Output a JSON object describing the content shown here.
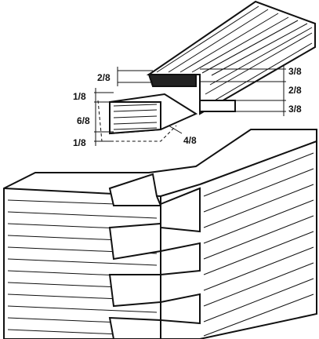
{
  "diagram": {
    "labels": {
      "top_left_a": "2/8",
      "left_top": "1/8",
      "left_mid": "6/8",
      "left_bottom": "1/8",
      "center_depth": "4/8",
      "right_top": "3/8",
      "right_mid": "2/8",
      "right_bottom": "3/8"
    }
  }
}
